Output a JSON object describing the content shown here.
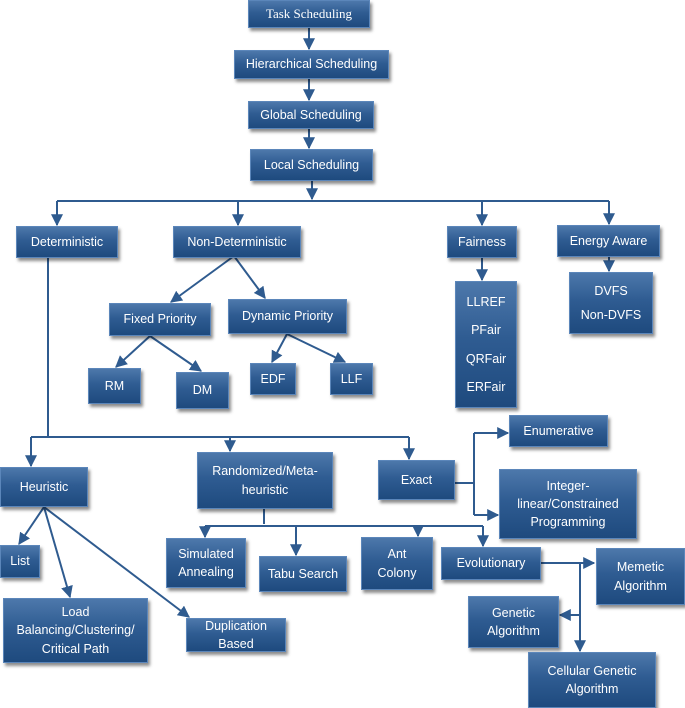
{
  "nodes": {
    "task_scheduling": "Task Scheduling",
    "hierarchical_scheduling": "Hierarchical Scheduling",
    "global_scheduling": "Global Scheduling",
    "local_scheduling": "Local Scheduling",
    "deterministic": "Deterministic",
    "non_deterministic": "Non-Deterministic",
    "fairness": "Fairness",
    "energy_aware": "Energy Aware",
    "fixed_priority": "Fixed Priority",
    "dynamic_priority": "Dynamic Priority",
    "rm": "RM",
    "dm": "DM",
    "edf": "EDF",
    "llf": "LLF",
    "fairness_items": [
      "LLREF",
      "PFair",
      "QRFair",
      "ERFair"
    ],
    "energy_items": [
      "DVFS",
      "Non-DVFS"
    ],
    "heuristic": "Heuristic",
    "randomized": "Randomized/Meta-\nheuristic",
    "exact": "Exact",
    "enumerative": "Enumerative",
    "integer_linear": "Integer-\nlinear/Constrained\nProgramming",
    "list": "List",
    "load_balancing": "Load\nBalancing/Clustering/\nCritical Path",
    "duplication_based": "Duplication Based",
    "simulated_annealing": "Simulated\nAnnealing",
    "tabu_search": "Tabu Search",
    "ant_colony": "Ant\nColony",
    "evolutionary": "Evolutionary",
    "memetic": "Memetic\nAlgorithm",
    "genetic": "Genetic\nAlgorithm",
    "cellular_genetic": "Cellular Genetic\nAlgorithm"
  },
  "colors": {
    "node_fill": "#2f5c92",
    "node_border": "#5b86ba",
    "connector": "#2f5b8f",
    "text": "#ffffff"
  }
}
